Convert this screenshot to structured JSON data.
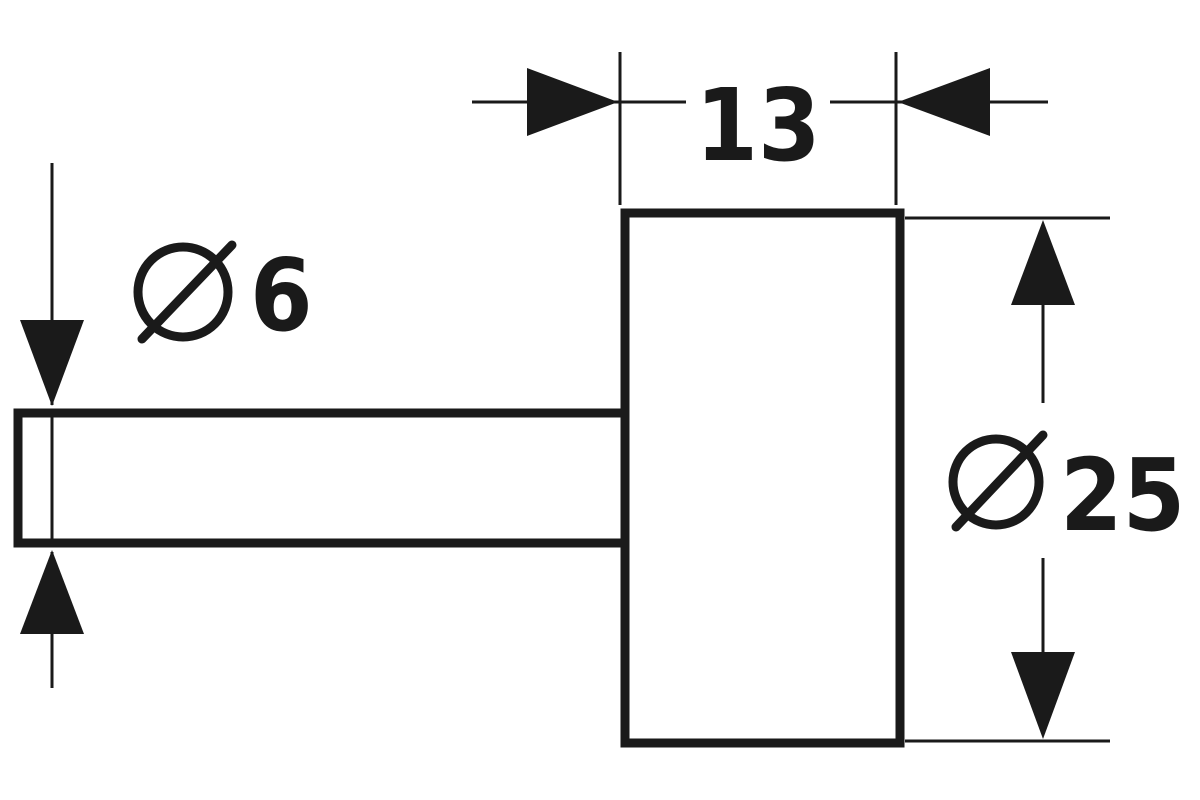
{
  "drawing": {
    "ink_color": "#1a1a1a",
    "background_color": "#ffffff",
    "dimensions": {
      "head_width": {
        "value": "13"
      },
      "shaft_diameter": {
        "symbol": "diameter-symbol",
        "value": "6"
      },
      "head_diameter": {
        "symbol": "diameter-symbol",
        "value": "25"
      }
    }
  }
}
